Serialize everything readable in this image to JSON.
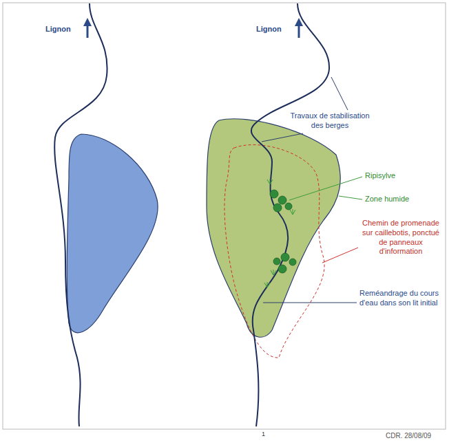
{
  "diagram": {
    "labels": [
      "Lignon",
      "Lignon",
      "Travaux de stabilisation des berges",
      "Ripisylve",
      "Zone humide",
      "Chemin de promenade sur caillebotis, ponctué de panneaux d'information",
      "Reméandrage du cours d'eau dans son lit initial",
      "1",
      "CDR. 28/08/09"
    ]
  }
}
